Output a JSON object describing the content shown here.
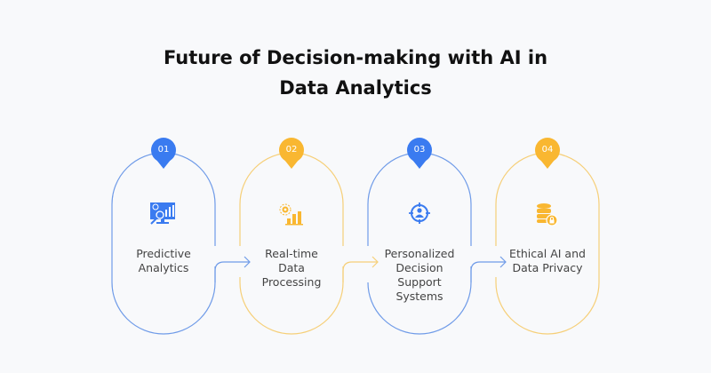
{
  "title": "Future of Decision-making with AI in Data Analytics",
  "title_lines": [
    "Future of Decision-making with AI in",
    "Data Analytics"
  ],
  "colors": {
    "blue": "#3a7bf0",
    "yellow": "#f9b731",
    "blue_line": "#6f9be8",
    "yellow_line": "#f6cf78",
    "text": "#444444",
    "background": "#f8f9fb"
  },
  "steps": [
    {
      "number": "01",
      "label_lines": [
        "Predictive",
        "Analytics"
      ],
      "label": "Predictive Analytics",
      "icon": "analytics-monitor-icon",
      "color": "blue"
    },
    {
      "number": "02",
      "label_lines": [
        "Real-time",
        "Data",
        "Processing"
      ],
      "label": "Real-time Data Processing",
      "icon": "gear-bar-chart-icon",
      "color": "yellow"
    },
    {
      "number": "03",
      "label_lines": [
        "Personalized",
        "Decision",
        "Support",
        "Systems"
      ],
      "label": "Personalized Decision Support Systems",
      "icon": "user-target-icon",
      "color": "blue"
    },
    {
      "number": "04",
      "label_lines": [
        "Ethical AI and",
        "Data Privacy"
      ],
      "label": "Ethical AI and Data Privacy",
      "icon": "database-lock-icon",
      "color": "yellow"
    }
  ]
}
